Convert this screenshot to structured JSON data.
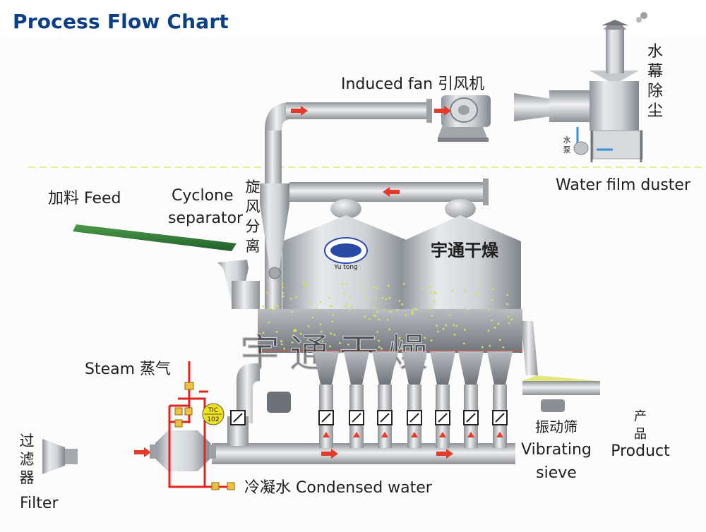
{
  "title": "Process Flow Chart",
  "labels": {
    "induced_fan": "Induced fan 引风机",
    "water_curtain_cn": [
      "水",
      "幕",
      "除",
      "尘"
    ],
    "water_pump_cn": [
      "水",
      "泵"
    ],
    "water_film_duster": "Water film duster",
    "feed": "加料 Feed",
    "cyclone_line1": "Cyclone",
    "cyclone_line2": "separator",
    "cyclone_cn": [
      "旋",
      "风",
      "分",
      "离"
    ],
    "brand_cn": "宇通干燥",
    "brand_en": "Yu tong",
    "watermark": "宇通干燥",
    "steam": "Steam 蒸气",
    "tic_line1": "TIC",
    "tic_line2": "102",
    "filter_cn": [
      "过",
      "滤",
      "器"
    ],
    "filter": "Filter",
    "condensed_water": "冷凝水 Condensed water",
    "vibrating_cn": "振动筛",
    "vibrating_line1": "Vibrating",
    "vibrating_line2": "sieve",
    "product_cn": [
      "产",
      "品"
    ],
    "product": "Product"
  },
  "colors": {
    "title": "#0b3f86",
    "arrow": "#e53a2a",
    "steam_pipe": "#e0231d",
    "conveyor": "#2f7a36",
    "tic": "#f2e21a",
    "particles": "#d8e05a"
  }
}
